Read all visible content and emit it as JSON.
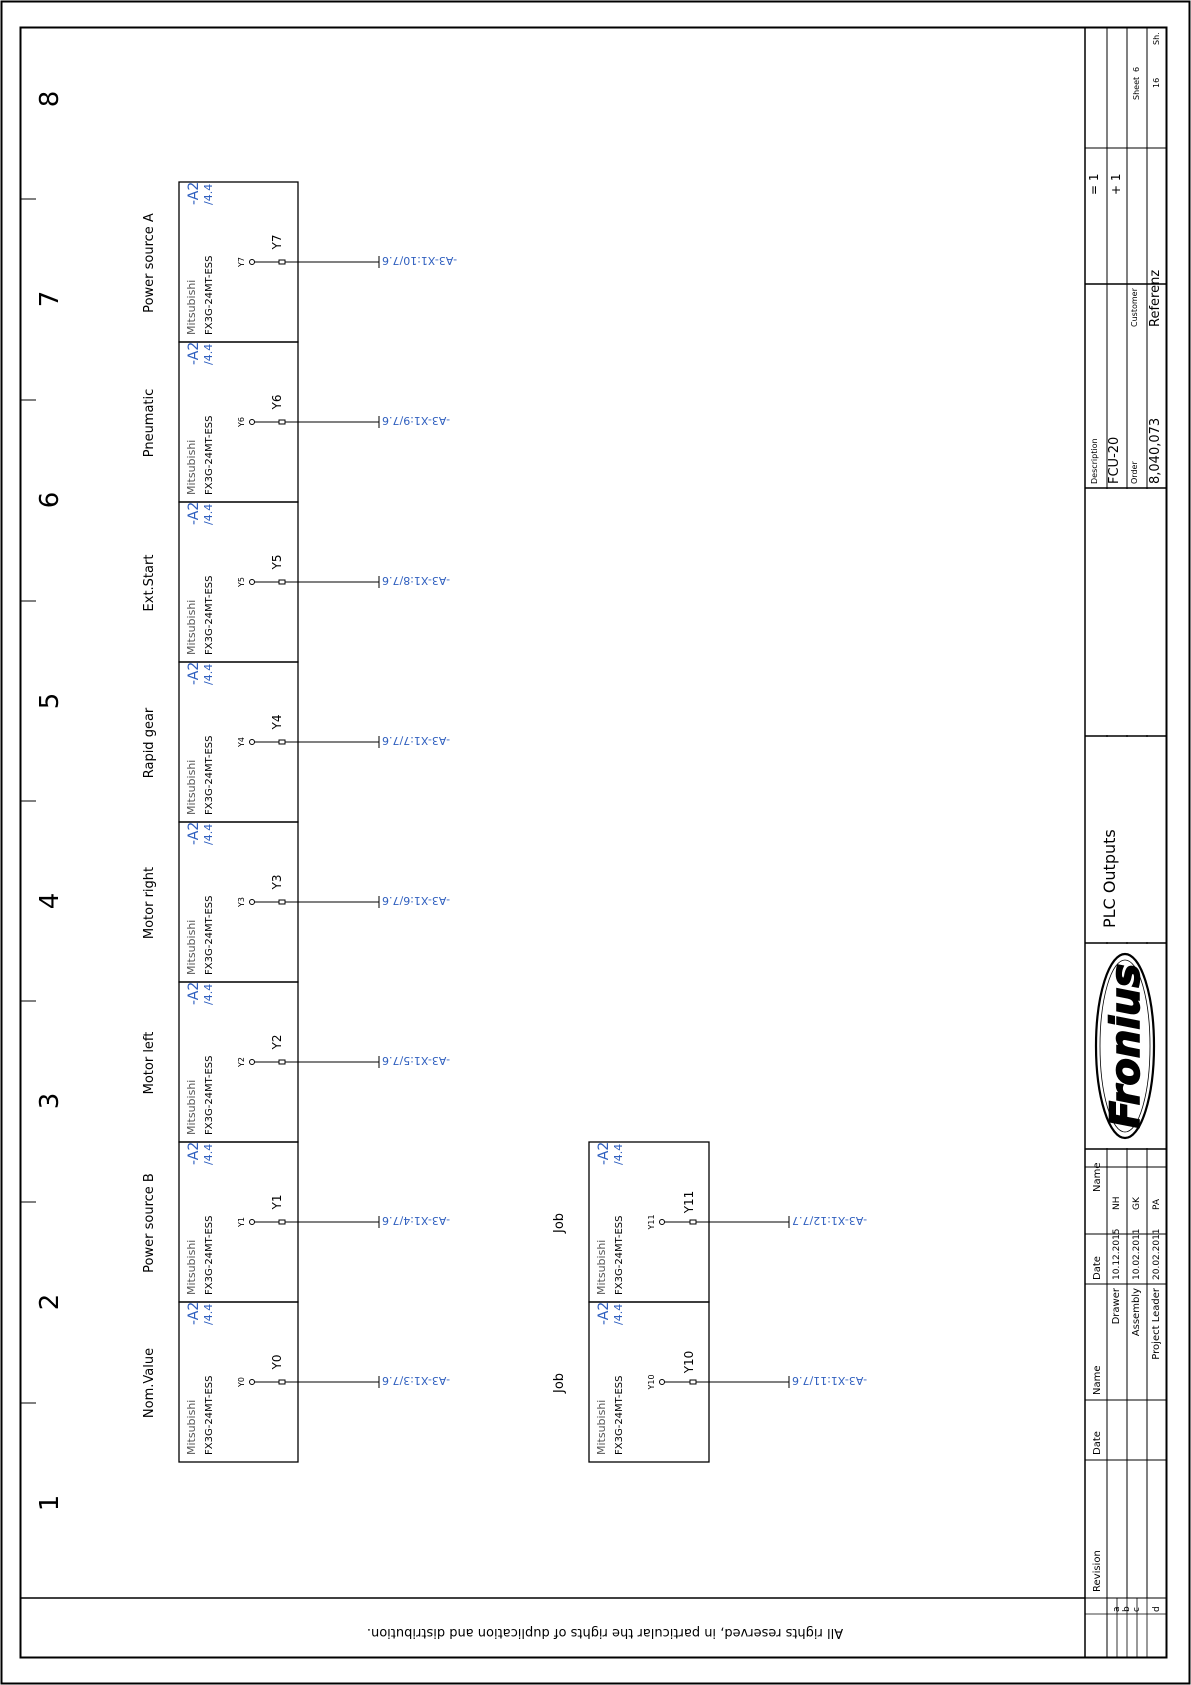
{
  "copyright": "All rights reserved, in particular the rights of duplication and distribution.",
  "columns": [
    "1",
    "2",
    "3",
    "4",
    "5",
    "6",
    "7",
    "8"
  ],
  "plc_outputs": [
    {
      "function": "Nom.Value",
      "manufacturer": "Mitsubishi",
      "model": "FX3G-24MT-ESS",
      "device": "-A2",
      "ref": "/4.4",
      "pin": "Y0",
      "label": "Y0",
      "target": "-A3-X1:3/7.6"
    },
    {
      "function": "Power source B",
      "manufacturer": "Mitsubishi",
      "model": "FX3G-24MT-ESS",
      "device": "-A2",
      "ref": "/4.4",
      "pin": "Y1",
      "label": "Y1",
      "target": "-A3-X1:4/7.6"
    },
    {
      "function": "Motor left",
      "manufacturer": "Mitsubishi",
      "model": "FX3G-24MT-ESS",
      "device": "-A2",
      "ref": "/4.4",
      "pin": "Y2",
      "label": "Y2",
      "target": "-A3-X1:5/7.6"
    },
    {
      "function": "Motor right",
      "manufacturer": "Mitsubishi",
      "model": "FX3G-24MT-ESS",
      "device": "-A2",
      "ref": "/4.4",
      "pin": "Y3",
      "label": "Y3",
      "target": "-A3-X1:6/7.6"
    },
    {
      "function": "Rapid gear",
      "manufacturer": "Mitsubishi",
      "model": "FX3G-24MT-ESS",
      "device": "-A2",
      "ref": "/4.4",
      "pin": "Y4",
      "label": "Y4",
      "target": "-A3-X1:7/7.6"
    },
    {
      "function": "Ext.Start",
      "manufacturer": "Mitsubishi",
      "model": "FX3G-24MT-ESS",
      "device": "-A2",
      "ref": "/4.4",
      "pin": "Y5",
      "label": "Y5",
      "target": "-A3-X1:8/7.6"
    },
    {
      "function": "Pneumatic",
      "manufacturer": "Mitsubishi",
      "model": "FX3G-24MT-ESS",
      "device": "-A2",
      "ref": "/4.4",
      "pin": "Y6",
      "label": "Y6",
      "target": "-A3-X1:9/7.6"
    },
    {
      "function": "Power source A",
      "manufacturer": "Mitsubishi",
      "model": "FX3G-24MT-ESS",
      "device": "-A2",
      "ref": "/4.4",
      "pin": "Y7",
      "label": "Y7",
      "target": "-A3-X1:10/7.6"
    },
    {
      "function": "Job",
      "manufacturer": "Mitsubishi",
      "model": "FX3G-24MT-ESS",
      "device": "-A2",
      "ref": "/4.4",
      "pin": "Y10",
      "label": "Y10",
      "target": "-A3-X1:11/7.6"
    },
    {
      "function": "Job",
      "manufacturer": "Mitsubishi",
      "model": "FX3G-24MT-ESS",
      "device": "-A2",
      "ref": "/4.4",
      "pin": "Y11",
      "label": "Y11",
      "target": "-A3-X1:12/7.7"
    }
  ],
  "title_block": {
    "revision_header": {
      "revision": "Revision",
      "date": "Date",
      "name": "Name"
    },
    "revision_rows": [
      "a",
      "b",
      "c",
      "d"
    ],
    "approvals_header": {
      "date": "Date",
      "name": "Name"
    },
    "approvals": [
      {
        "role": "Drawer",
        "date": "10.12.2015",
        "name": "NH"
      },
      {
        "role": "Assembly",
        "date": "10.02.2011",
        "name": "GK"
      },
      {
        "role": "Project Leader",
        "date": "20.02.2011",
        "name": "PA"
      }
    ],
    "logo_text": "Fronius",
    "drawing_title": "PLC Outputs",
    "description_label": "Description",
    "description": "FCU-20",
    "order_label": "Order",
    "order": "8,040,073",
    "customer_label": "Customer",
    "customer": "Referenz",
    "function_mark": "= 1",
    "location_mark": "+ 1",
    "sheet_label": "Sheet",
    "sheet": "6",
    "sheets_total": "16",
    "sheets_label": "Sh."
  }
}
